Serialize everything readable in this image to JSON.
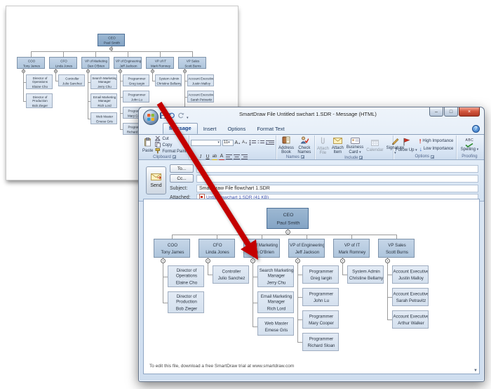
{
  "org_chart": {
    "type": "org-tree",
    "root": {
      "title": "CEO",
      "name": "Paul Smith"
    },
    "branches": [
      {
        "title": "COO",
        "name": "Tony James",
        "children": [
          {
            "title": "Director of Operations",
            "name": "Elaine Cho"
          },
          {
            "title": "Director of Production",
            "name": "Bob Zieger"
          }
        ]
      },
      {
        "title": "CFO",
        "name": "Linda Jones",
        "children": [
          {
            "title": "Controller",
            "name": "Julio Sanchez"
          }
        ]
      },
      {
        "title": "VP of Marketing",
        "name": "Dan O'Brien",
        "children": [
          {
            "title": "Search Marketing Manager",
            "name": "Jerry Chu"
          },
          {
            "title": "Email Marketing Manager",
            "name": "Rich Lord"
          },
          {
            "title": "Web Master",
            "name": "Emese Gris"
          }
        ]
      },
      {
        "title": "VP of Engineering",
        "name": "Jeff Jackson",
        "children": [
          {
            "title": "Programmer",
            "name": "Greg Iargin"
          },
          {
            "title": "Programmer",
            "name": "John Lu"
          },
          {
            "title": "Programmer",
            "name": "Mary Cooper"
          },
          {
            "title": "Programmer",
            "name": "Richard Sloan"
          }
        ]
      },
      {
        "title": "VP of IT",
        "name": "Mark Romney",
        "children": [
          {
            "title": "System Admin",
            "name": "Christine Bellamy"
          }
        ]
      },
      {
        "title": "VP Sales",
        "name": "Scott Burns",
        "children": [
          {
            "title": "Account Executive",
            "name": "Justin Malloy"
          },
          {
            "title": "Account Executive",
            "name": "Sarah Petravitz"
          },
          {
            "title": "Account Executive",
            "name": "Arthur Walker"
          }
        ]
      }
    ]
  },
  "email_window": {
    "title": "SmartDraw File Untitled swchart 1.SDR  - Message (HTML)",
    "controls": {
      "minimize": "–",
      "maximize": "□",
      "close": "×",
      "help": "?"
    },
    "tabs": [
      {
        "label": "Message"
      },
      {
        "label": "Insert"
      },
      {
        "label": "Options"
      },
      {
        "label": "Format Text"
      }
    ],
    "ribbon": {
      "clipboard": {
        "label": "Clipboard",
        "paste": "Paste",
        "cut": "Cut",
        "copy": "Copy",
        "format_painter": "Format Painter"
      },
      "basic_text": {
        "label": "Basic Text",
        "font_size": "11",
        "grow_font": "A",
        "shrink_font": "A",
        "bold": "B",
        "italic": "I",
        "underline": "U",
        "highlight": "ab",
        "font_color": "A"
      },
      "names": {
        "label": "Names",
        "address_book": "Address Book",
        "check_names": "Check Names"
      },
      "include": {
        "label": "Include",
        "attach_file": "Attach File",
        "attach_item": "Attach Item",
        "business_card": "Business Card",
        "calendar": "Calendar",
        "signature": "Signature"
      },
      "options": {
        "label": "Options",
        "follow_up": "Follow Up",
        "high_importance": "High Importance",
        "low_importance": "Low Importance",
        "high_glyph": "!",
        "low_glyph": "↓"
      },
      "proofing": {
        "label": "Proofing",
        "spelling": "Spelling",
        "abc_glyph": "ABC"
      }
    },
    "header": {
      "send_label": "Send",
      "to_label": "To...",
      "cc_label": "Cc...",
      "to_value": "",
      "cc_value": "",
      "subject_label": "Subject:",
      "subject_value": "SmartDraw File flowchart 1.SDR",
      "attached_label": "Attached:",
      "attachment_name": "Untitledswchart 1.SDR (41 KB)"
    },
    "body": {
      "footer_note": "To edit this file, download a free SmartDraw trial at www.smartdraw.com",
      "scroll_down": "▼"
    }
  },
  "annotation": {
    "arrow_color": "#c40000"
  }
}
